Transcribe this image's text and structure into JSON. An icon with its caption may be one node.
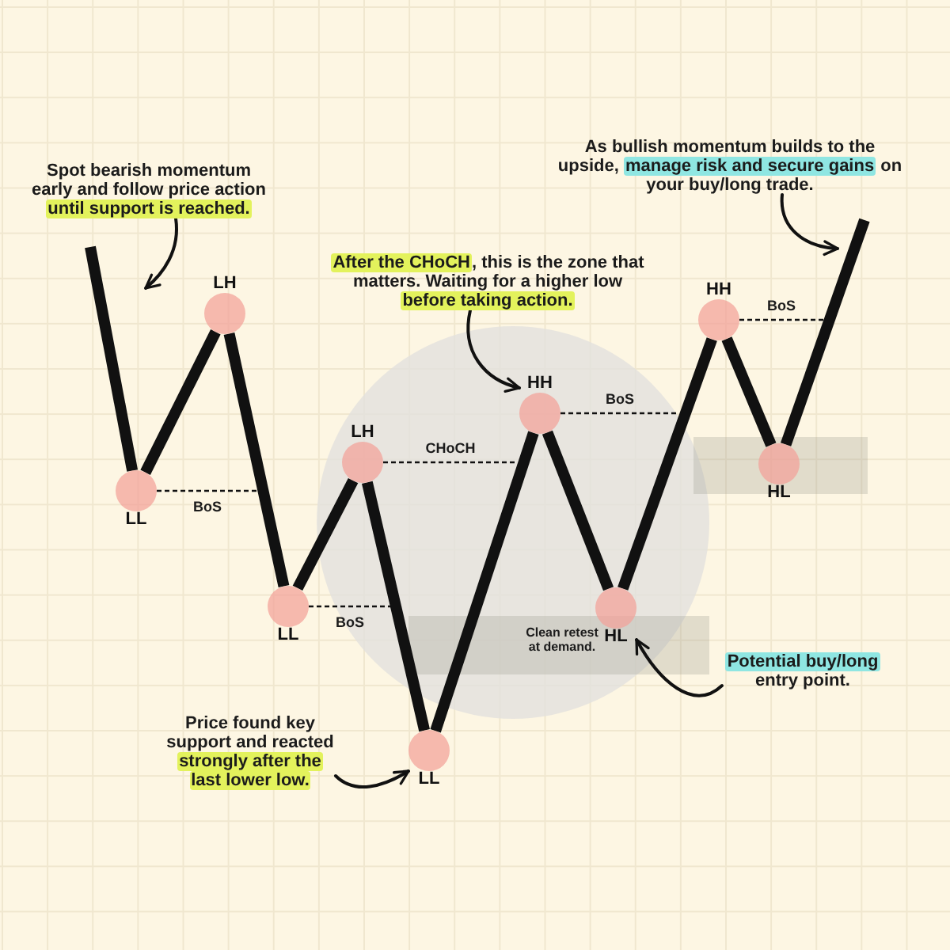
{
  "diagram": {
    "nodes": [
      {
        "text": [
          "Spot bearish momentum early and follow price action **until support is reached.**"
        ]
      },
      {
        "text": [
          "As bullish momentum builds to the upside, **manage risk and secure gains** on your buy/long trade."
        ]
      },
      {
        "text": [
          "**After the CHoCH**, this is the zone that matters. Waiting for a higher low **before taking action.**"
        ]
      },
      {
        "text": [
          "LL"
        ]
      },
      {
        "text": [
          "LH"
        ]
      },
      {
        "text": [
          "LL"
        ]
      },
      {
        "text": [
          "LH"
        ]
      },
      {
        "text": [
          "LL"
        ]
      },
      {
        "text": [
          "HH"
        ]
      },
      {
        "text": [
          "HL"
        ]
      },
      {
        "text": [
          "HH"
        ]
      },
      {
        "text": [
          "HL"
        ]
      },
      {
        "text": [
          "**Potential buy/long** entry point."
        ]
      },
      {
        "text": [
          "Price found key support and reacted **strongly after the last lower low.**"
        ]
      }
    ],
    "edges": [
      {
        "from": null,
        "to": 3,
        "arrow": "none",
        "style": "thick"
      },
      {
        "from": 3,
        "to": 4,
        "arrow": "none",
        "style": "thick"
      },
      {
        "from": 4,
        "to": 5,
        "arrow": "none",
        "style": "thick"
      },
      {
        "from": 5,
        "to": 6,
        "arrow": "none",
        "style": "thick"
      },
      {
        "from": 6,
        "to": 7,
        "arrow": "none",
        "style": "thick"
      },
      {
        "from": 7,
        "to": 8,
        "arrow": "none",
        "style": "thick"
      },
      {
        "from": 8,
        "to": 9,
        "arrow": "none",
        "style": "thick"
      },
      {
        "from": 9,
        "to": 10,
        "arrow": "none",
        "style": "thick"
      },
      {
        "from": 10,
        "to": 11,
        "arrow": "none",
        "style": "thick"
      },
      {
        "from": 11,
        "to": null,
        "arrow": "none",
        "style": "thick"
      },
      {
        "from": 3,
        "to": null,
        "arrow": "none",
        "style": "dashed",
        "label": "BoS"
      },
      {
        "from": 5,
        "to": null,
        "arrow": "none",
        "style": "dashed",
        "label": "BoS"
      },
      {
        "from": 6,
        "to": null,
        "arrow": "none",
        "style": "dashed",
        "label": "CHoCH"
      },
      {
        "from": 8,
        "to": null,
        "arrow": "none",
        "style": "dashed",
        "label": "BoS"
      },
      {
        "from": 10,
        "to": null,
        "arrow": "none",
        "style": "dashed",
        "label": "BoS"
      },
      {
        "from": 0,
        "to": null,
        "arrow": "to"
      },
      {
        "from": 1,
        "to": null,
        "arrow": "to"
      },
      {
        "from": 2,
        "to": 8,
        "arrow": "to"
      },
      {
        "from": 13,
        "to": 7,
        "arrow": "to"
      },
      {
        "from": 12,
        "to": 9,
        "arrow": "to"
      }
    ],
    "labels": [
      "Clean retest at demand."
    ]
  }
}
